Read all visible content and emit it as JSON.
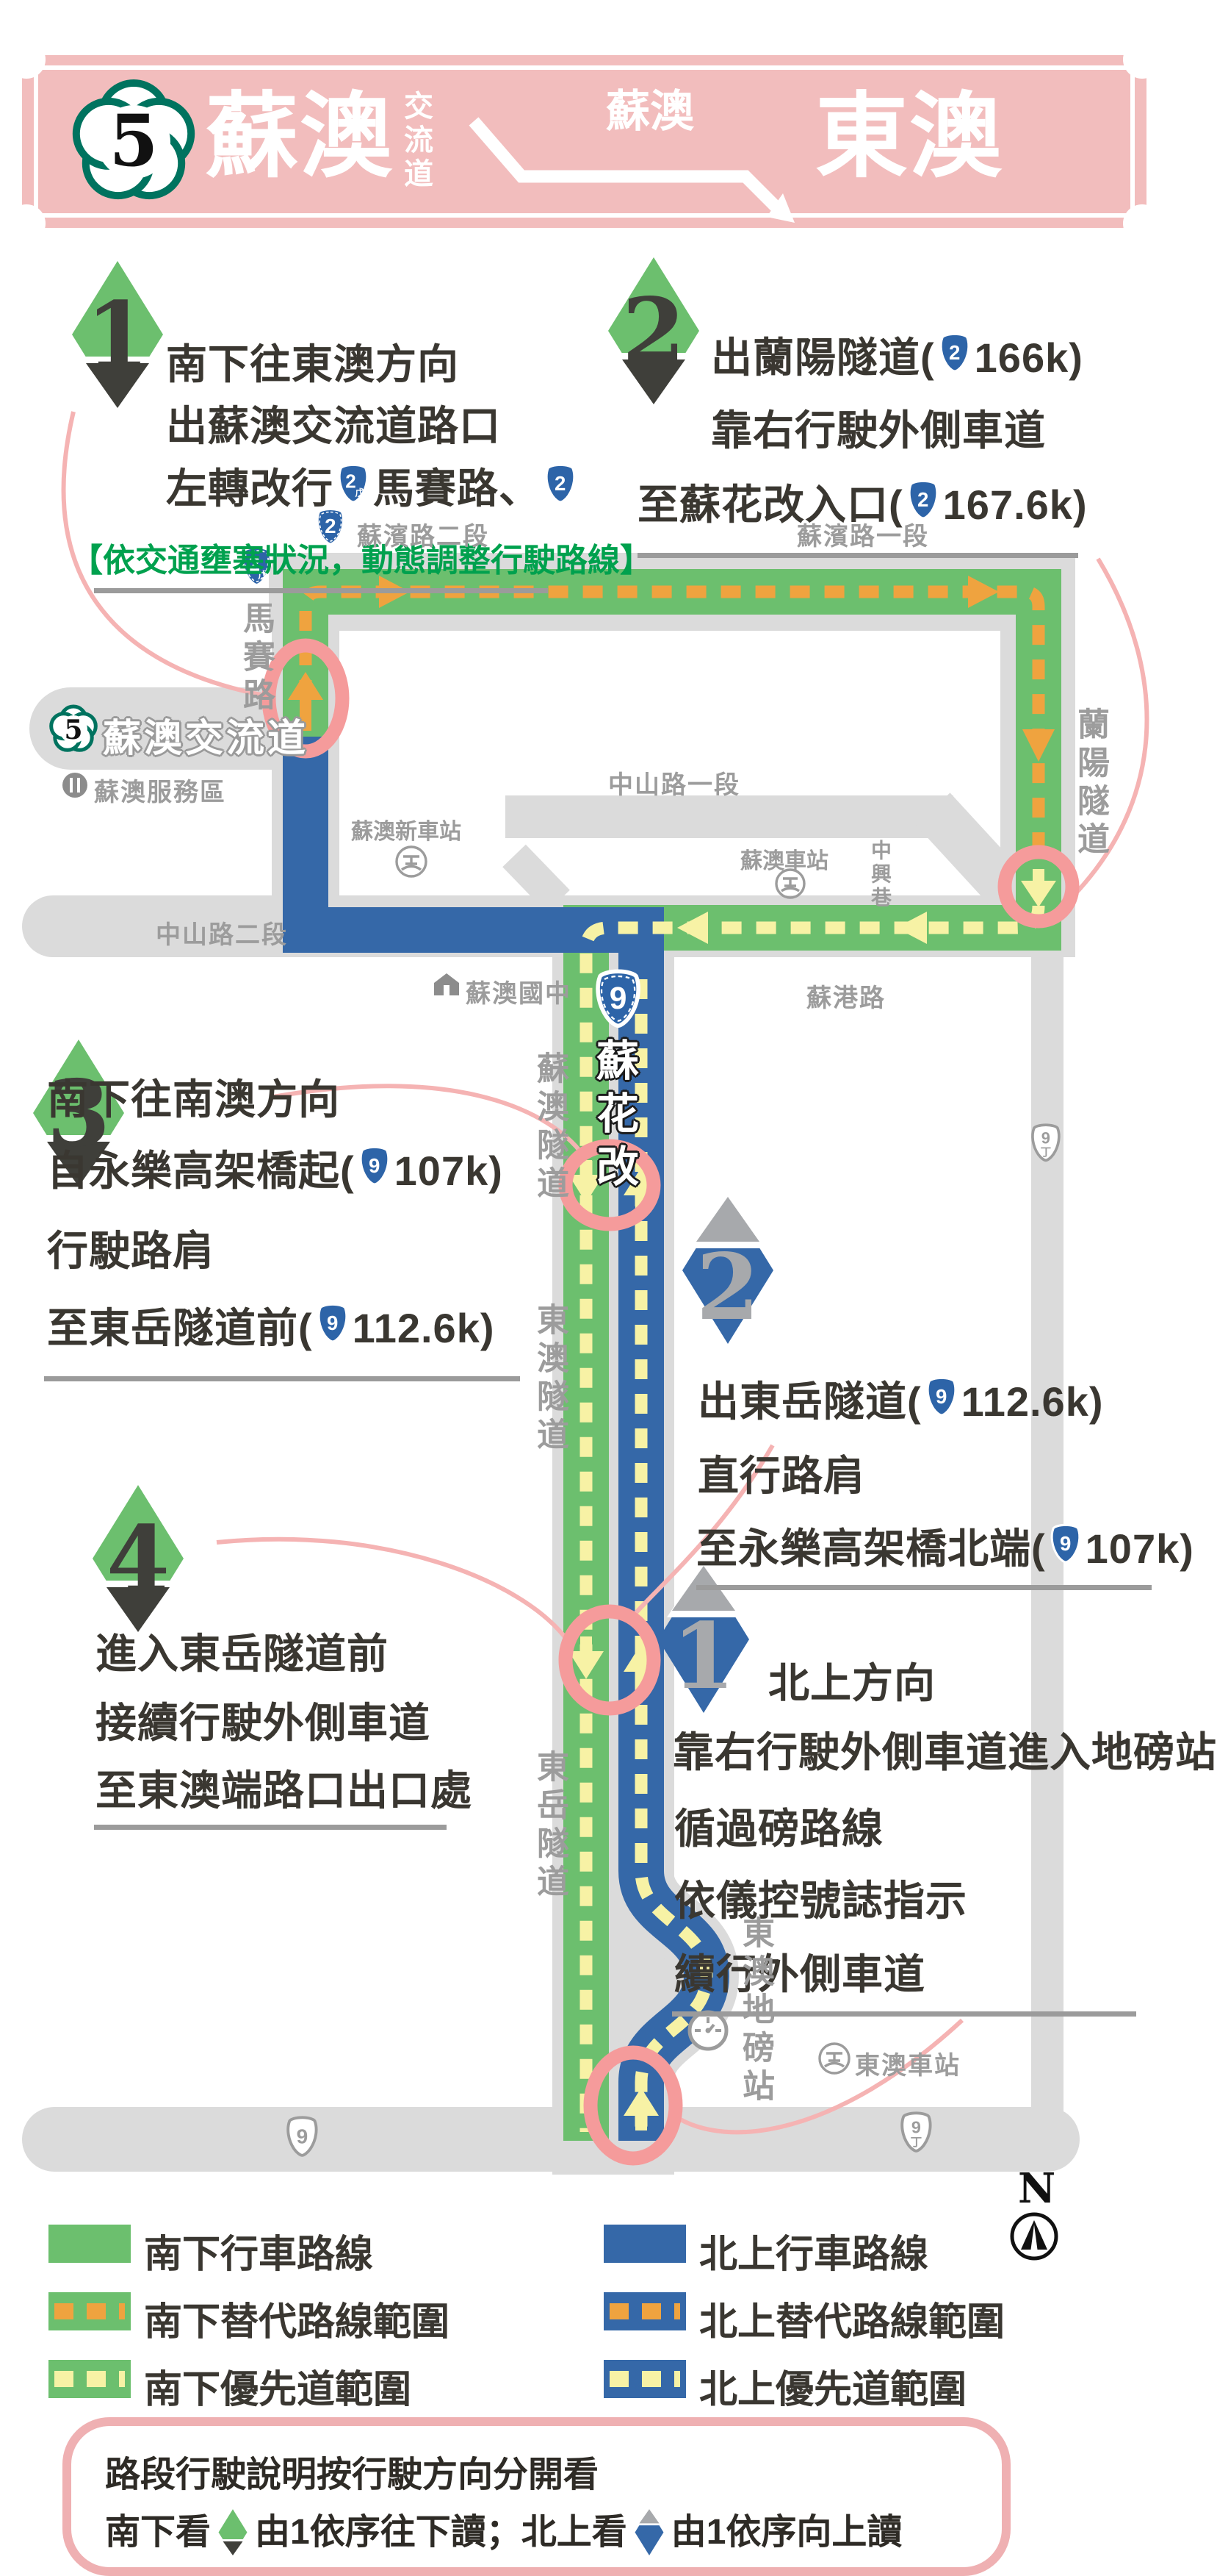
{
  "header": {
    "shield5": "5",
    "title": "蘇澳",
    "subtitle": "交流道",
    "arrow_label": "蘇澳",
    "destination": "東澳"
  },
  "steps": {
    "south1": {
      "num": "1",
      "l1": "南下往東澳方向",
      "l2": "出蘇澳交流道路口",
      "l3a": "左轉改行",
      "sh3a": "2",
      "sh3a_sub": "戊",
      "l3b": "馬賽路、",
      "sh3b": "2",
      "note": "【依交通壅塞狀況，動態調整行駛路線】"
    },
    "south2": {
      "num": "2",
      "l1a": "出蘭陽隧道(",
      "sh1": "2",
      "l1b": "166k)",
      "l2": "靠右行駛外側車道",
      "l3a": "至蘇花改入口(",
      "sh3": "2",
      "l3b": "167.6k)"
    },
    "south3": {
      "num": "3",
      "l1": "南下往南澳方向",
      "l2a": "自永樂高架橋起(",
      "sh2": "9",
      "l2b": "107k)",
      "l3": "行駛路肩",
      "l4a": "至東岳隧道前(",
      "sh4": "9",
      "l4b": "112.6k)"
    },
    "south4": {
      "num": "4",
      "l1": "進入東岳隧道前",
      "l2": "接續行駛外側車道",
      "l3": "至東澳端路口出口處"
    },
    "north2": {
      "num": "2",
      "l1a": "出東岳隧道(",
      "sh1": "9",
      "l1b": "112.6k)",
      "l2": "直行路肩",
      "l3a": "至永樂高架橋北端(",
      "sh3": "9",
      "l3b": "107k)"
    },
    "north1": {
      "num": "1",
      "l1": "北上方向",
      "l2": "靠右行駛外側車道進入地磅站",
      "l3": "循過磅路線",
      "l4": "依儀控號誌指示",
      "l5": "續行外側車道"
    }
  },
  "map": {
    "labels": {
      "subin2": "蘇濱路二段",
      "subin1": "蘇濱路一段",
      "masai": "馬賽路",
      "lanyang_tunnel": "蘭陽隧道",
      "interchange": "蘇澳交流道",
      "service_area": "蘇澳服務區",
      "zhongshan1": "中山路一段",
      "zhongshan2": "中山路二段",
      "suao_new_station": "蘇澳新車站",
      "suao_station": "蘇澳車站",
      "zhongxing_lane": "中興巷",
      "suao_junior_high": "蘇澳國中",
      "sugang_rd": "蘇港路",
      "suhua_improved": "蘇花改",
      "suao_tunnel": "蘇澳隧道",
      "dongao_tunnel": "東澳隧道",
      "dongyue_tunnel": "東岳隧道",
      "weigh_station": "東澳地磅站",
      "dongao_station": "東澳車站"
    },
    "shields": {
      "freeway5": "5",
      "subin2": "2",
      "masai_n": "2",
      "masai_sub": "戊",
      "corridor9": "9",
      "right9d_n": "9",
      "right9d_sub": "丁",
      "bottomleft9": "9",
      "bottomright9d_n": "9",
      "bottomright9d_sub": "丁"
    },
    "compass": "N"
  },
  "legend": {
    "items": [
      {
        "label": "南下行車路線"
      },
      {
        "label": "北上行車路線"
      },
      {
        "label": "南下替代路線範圍"
      },
      {
        "label": "北上替代路線範圍"
      },
      {
        "label": "南下優先道範圍"
      },
      {
        "label": "北上優先道範圍"
      }
    ]
  },
  "note": {
    "line1": "路段行駛說明按行駛方向分開看",
    "l2a": "南下看",
    "l2b": "由1依序往下讀；北上看",
    "l2c": "由1依序向上讀"
  },
  "colors": {
    "south_green": "#6CBF6E",
    "north_blue": "#3568A8",
    "alt_orange": "#EFA33F",
    "priority_cream": "#F7F2A5",
    "road_gray": "#DBDBDB",
    "highlight_pink": "#F59B9B",
    "banner_pink": "#F2BDBD"
  }
}
